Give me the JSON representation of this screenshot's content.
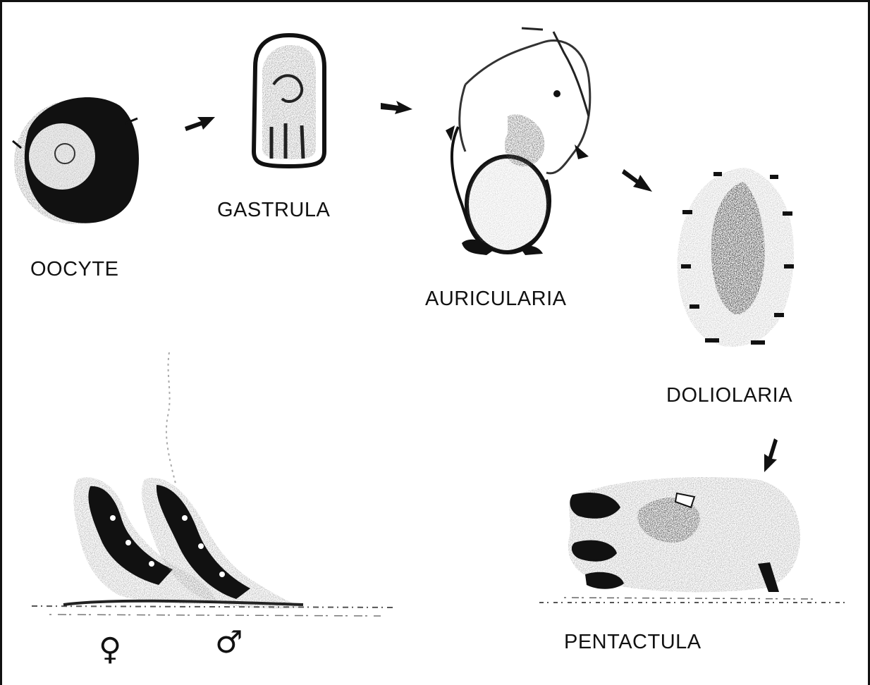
{
  "stages": {
    "oocyte": "OOCYTE",
    "gastrula": "GASTRULA",
    "auricularia": "AURICULARIA",
    "doliolaria": "DOLIOLARIA",
    "pentactula": "PENTACTULA"
  },
  "sex_symbols": {
    "female": "♀",
    "male": "♂"
  },
  "colors": {
    "ink": "#111111",
    "background": "#ffffff"
  }
}
